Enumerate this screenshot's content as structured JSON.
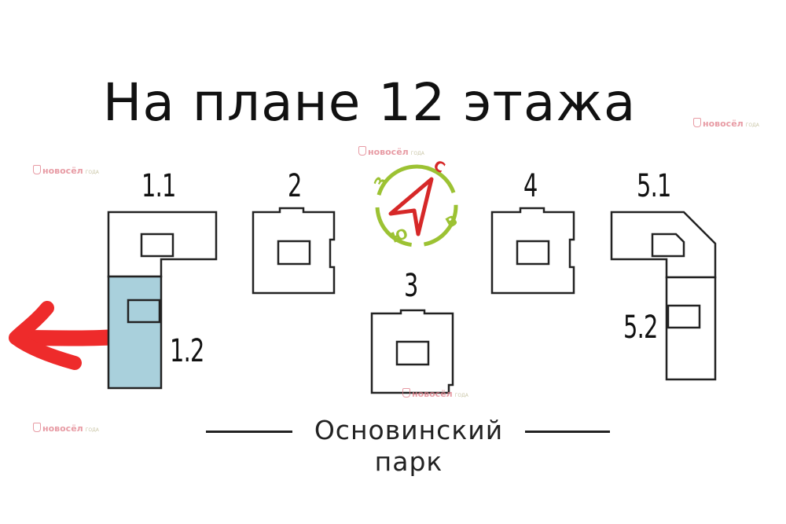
{
  "title": "На плане 12 этажа",
  "buildings": {
    "b1_1": "1.1",
    "b1_2": "1.2",
    "b2": "2",
    "b3": "3",
    "b4": "4",
    "b5_1": "5.1",
    "b5_2": "5.2"
  },
  "compass": {
    "north": "С",
    "east": "В",
    "south": "Ю",
    "west": "З"
  },
  "park": {
    "line1": "Основинский",
    "line2": "парк"
  },
  "watermark": {
    "logo": "новосёл",
    "tag": "ГОДА"
  },
  "colors": {
    "highlight": "#a9d0dc",
    "arrow": "#ee2b2b",
    "compass_ring": "#9cc233",
    "compass_arrow": "#d62828",
    "compass_letters": "#d62828"
  },
  "highlighted_section": "1.2"
}
